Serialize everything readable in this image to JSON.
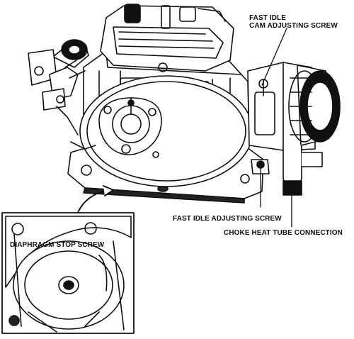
{
  "labels": {
    "fast_idle_cam_line1": "FAST IDLE",
    "fast_idle_cam_line2": "CAM ADJUSTING SCREW",
    "fast_idle_adjusting": "FAST IDLE ADJUSTING SCREW",
    "choke_heat_tube": "CHOKE HEAT TUBE CONNECTION",
    "diaphragm_stop": "DIAPHRAGM STOP SCREW"
  },
  "colors": {
    "ink": "#111111",
    "paper": "#ffffff"
  }
}
